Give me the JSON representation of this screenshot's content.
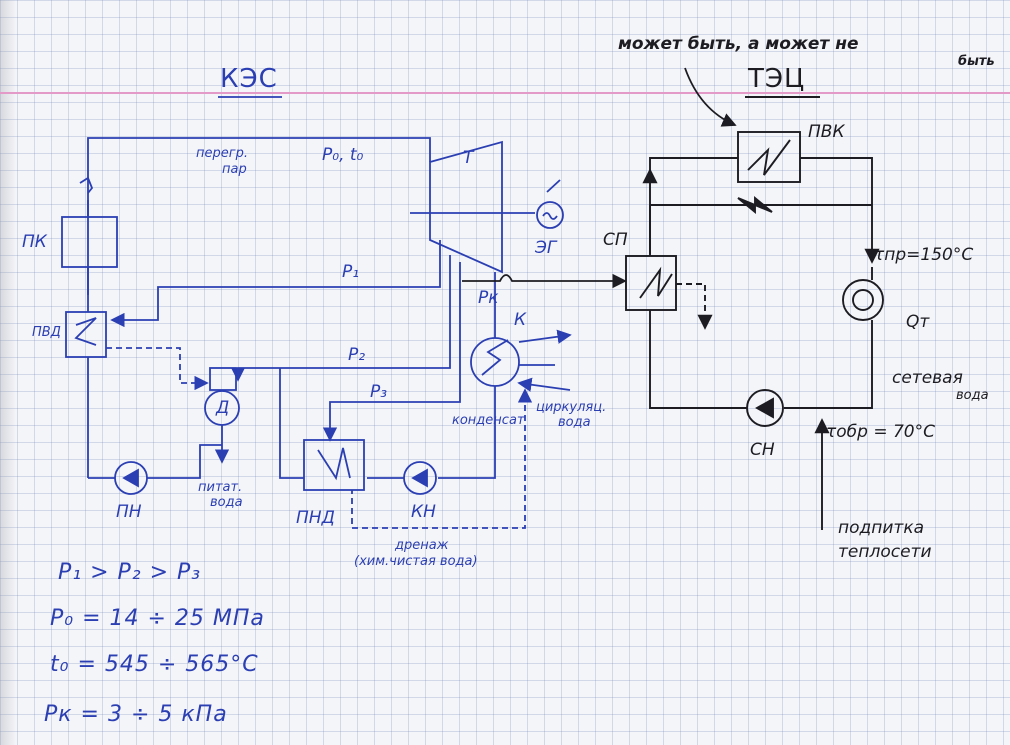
{
  "left_section": {
    "title": "КЭС"
  },
  "right_section": {
    "title": "ТЭЦ"
  },
  "note_top": {
    "line1": "может быть, а может не",
    "line2": "быть"
  },
  "labels": {
    "turbine": "Т",
    "generator": "ЭГ",
    "superheater": "ПК",
    "hp_heater": "ПВД",
    "deaerator": "Д",
    "feed_pump": "ПН",
    "lp_heater": "ПНД",
    "condensate_pump": "КН",
    "condenser": "К",
    "network_heater": "СП",
    "peak_boiler": "ПВК",
    "network_pump": "СН",
    "heat_consumer": "Qт"
  },
  "steam_labels": {
    "superheated": "перегр.",
    "superheated_2": "пар",
    "p0t0": "P₀, t₀",
    "p1": "P₁",
    "p2": "P₂",
    "p3": "P₃",
    "pk": "Pк"
  },
  "water_labels": {
    "feed_water": "питат.",
    "feed_water_2": "вода",
    "condensate": "конденсат",
    "cooling_water": "циркуляц.",
    "cooling_water_2": "вода",
    "drain": "дренаж",
    "drain_2": "(хим.чистая вода)",
    "network_water": "сетевая",
    "network_water_2": "вода",
    "makeup": "подпитка",
    "makeup_2": "теплосети"
  },
  "temperatures": {
    "supply": "τпр=150°С",
    "return": "τобр = 70°С"
  },
  "formulas": [
    "P₁ > P₂ > P₃",
    "P₀ = 14 ÷ 25 МПа",
    "t₀ = 545 ÷ 565°С",
    "Pк = 3 ÷ 5 кПа"
  ],
  "colors": {
    "ink_blue": "#2b3fb3",
    "ink_black": "#1c1c22",
    "margin_pink": "#e49ac8"
  }
}
